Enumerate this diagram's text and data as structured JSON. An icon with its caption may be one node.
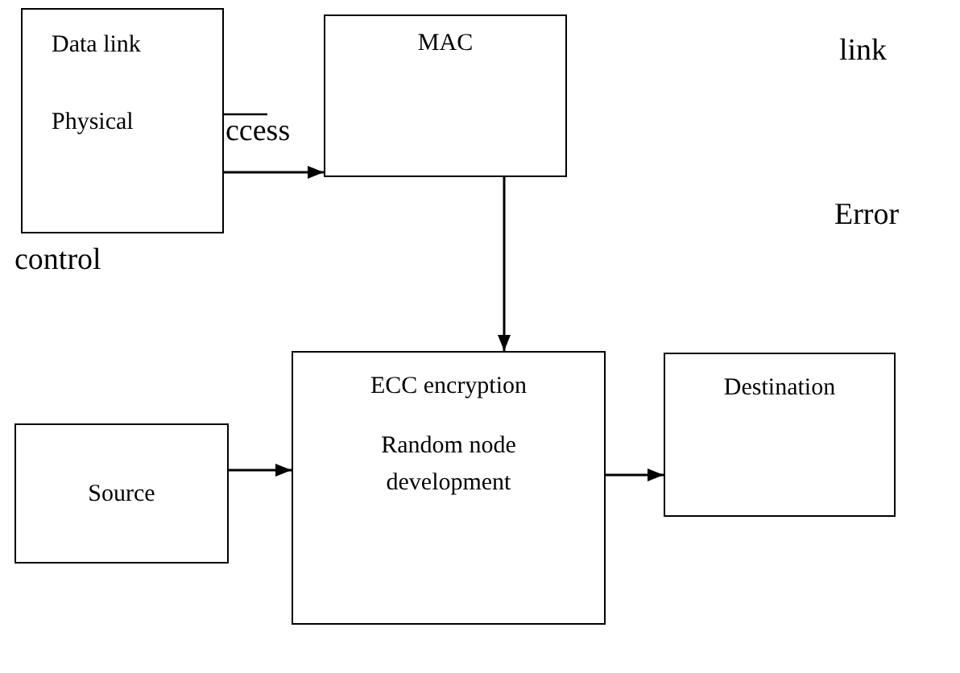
{
  "diagram": {
    "nodes": [
      {
        "text": [
          "Data link",
          "Physical"
        ]
      },
      {
        "text": [
          "MAC"
        ]
      },
      {
        "text": [
          "Source"
        ]
      },
      {
        "text": [
          "ECC encryption",
          "Random node development"
        ]
      },
      {
        "text": [
          "Destination"
        ]
      }
    ],
    "edges": [
      {
        "from": 0,
        "to": 1,
        "arrow": "to"
      },
      {
        "from": 1,
        "to": 3,
        "arrow": "to"
      },
      {
        "from": 2,
        "to": 3,
        "arrow": "to"
      },
      {
        "from": 3,
        "to": 4,
        "arrow": "to"
      }
    ],
    "labels": [
      "link",
      "ccess",
      "Error",
      "control"
    ]
  }
}
